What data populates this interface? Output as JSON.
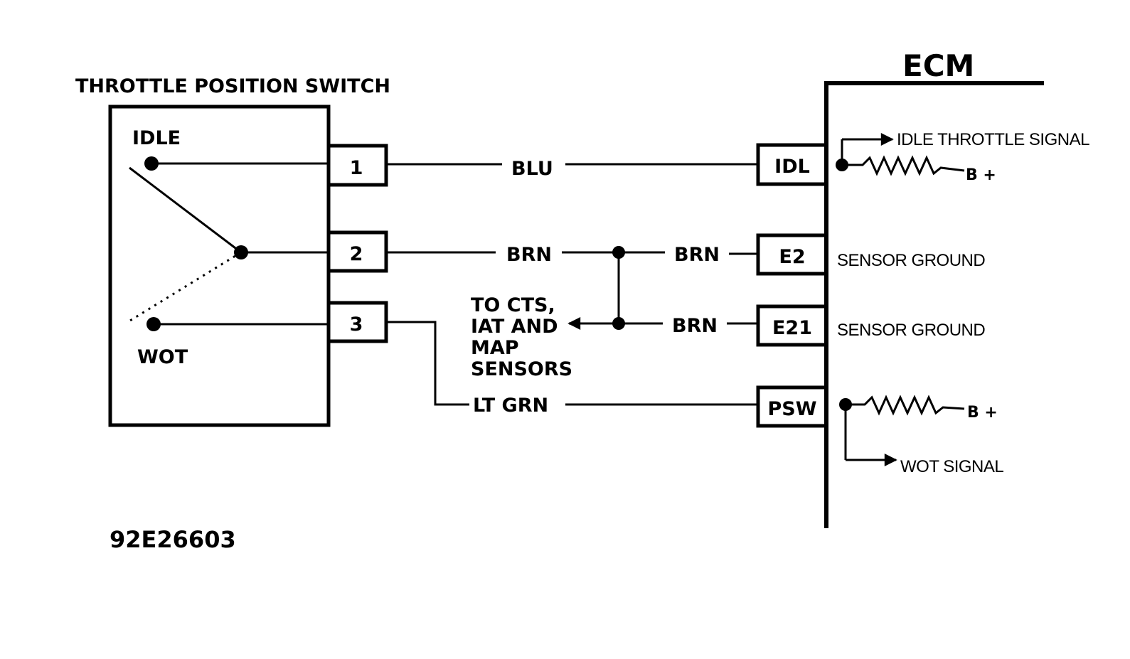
{
  "switch": {
    "title": "THROTTLE POSITION SWITCH",
    "idle_label": "IDLE",
    "wot_label": "WOT",
    "pins": [
      "1",
      "2",
      "3"
    ]
  },
  "ecm": {
    "title": "ECM",
    "pins": [
      "IDL",
      "E2",
      "E21",
      "PSW"
    ],
    "idle_signal": "IDLE THROTTLE SIGNAL",
    "sensor_ground_1": "SENSOR GROUND",
    "sensor_ground_2": "SENSOR GROUND",
    "wot_signal": "WOT SIGNAL",
    "bplus_1": "B +",
    "bplus_2": "B +"
  },
  "wires": {
    "blu": "BLU",
    "brn_1": "BRN",
    "brn_2": "BRN",
    "brn_3": "BRN",
    "lt_grn": "LT GRN"
  },
  "to_sensors": [
    "TO CTS,",
    "IAT AND",
    "MAP",
    "SENSORS"
  ],
  "figure_id": "92E26603",
  "colors": {
    "line": "#000000",
    "background": "#ffffff"
  }
}
